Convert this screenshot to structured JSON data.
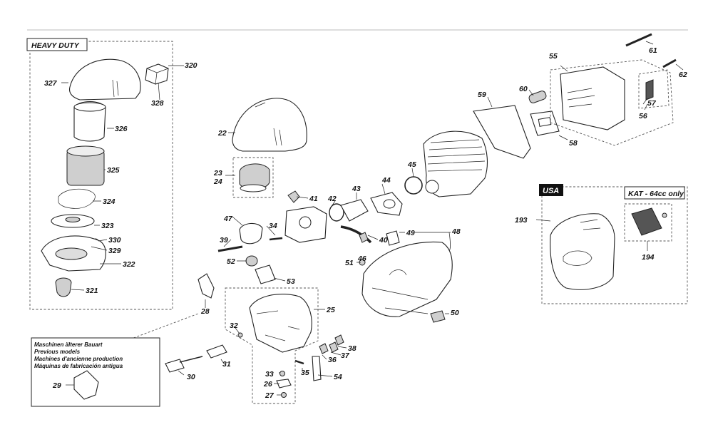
{
  "boxes": {
    "heavy_duty": "HEAVY DUTY",
    "usa": "USA",
    "kat": "KAT - 64cc only"
  },
  "legacy_note": [
    "Maschinen älterer Bauart",
    "Previous models",
    "Machines d'ancienne production",
    "Máquinas de fabricación antigua"
  ],
  "part_numbers": {
    "p320": "320",
    "p327": "327",
    "p328": "328",
    "p326": "326",
    "p325": "325",
    "p324": "324",
    "p323": "323",
    "p330": "330",
    "p329": "329",
    "p322": "322",
    "p321": "321",
    "p22": "22",
    "p23": "23",
    "p24": "24",
    "p41": "41",
    "p47": "47",
    "p39": "39",
    "p34": "34",
    "p42": "42",
    "p43": "43",
    "p44": "44",
    "p45": "45",
    "p40": "40",
    "p46": "46",
    "p52": "52",
    "p53": "53",
    "p51": "51",
    "p49": "49",
    "p48": "48",
    "p50": "50",
    "p59": "59",
    "p60": "60",
    "p55": "55",
    "p61": "61",
    "p62": "62",
    "p57": "57",
    "p56": "56",
    "p58": "58",
    "p193": "193",
    "p194": "194",
    "p28": "28",
    "p25": "25",
    "p32": "32",
    "p38": "38",
    "p37": "37",
    "p36": "36",
    "p35": "35",
    "p54": "54",
    "p33": "33",
    "p26": "26",
    "p27": "27",
    "p31": "31",
    "p30": "30",
    "p29": "29"
  }
}
